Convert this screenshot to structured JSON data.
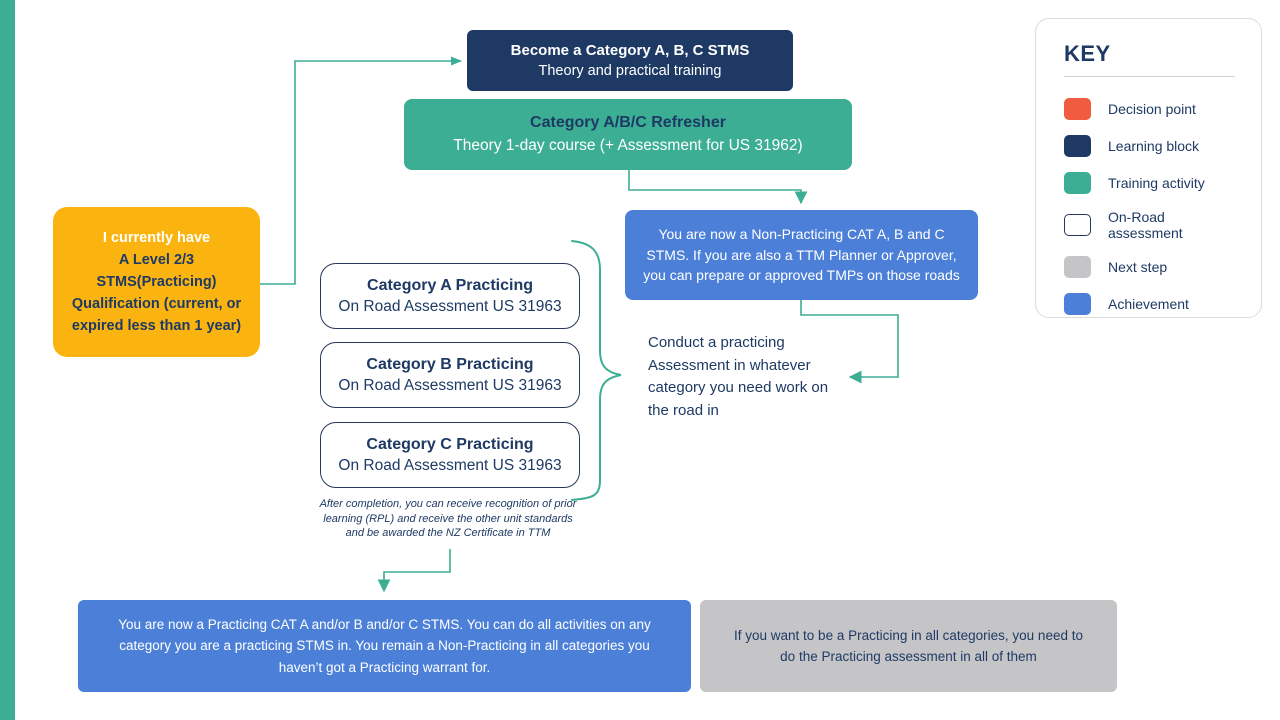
{
  "page": {
    "accent_stripe_color": "#3BAE94",
    "background_color": "#FFFFFF",
    "connector_color": "#3BAE94",
    "text_color": "#1E3A64"
  },
  "flowchart": {
    "learning_block": {
      "title": "Become a Category A, B, C STMS",
      "subtitle": "Theory and practical training",
      "color": "#1E3A64"
    },
    "refresher": {
      "title": "Category A/B/C Refresher",
      "subtitle": "Theory 1-day course (+ Assessment for US 31962)",
      "color": "#3BAE94"
    },
    "decision": {
      "line1": "I currently have",
      "line2": "A Level 2/3",
      "line3": "STMS(Practicing)",
      "line4": "Qualification (current, or",
      "line5": "expired less than 1 year)",
      "color": "#FBB40F"
    },
    "non_practicing": {
      "text": "You are now a Non-Practicing CAT A, B and C STMS. If you are also a TTM Planner or Approver, you can prepare or approved TMPs on those roads",
      "color": "#4C80D8"
    },
    "assessments": [
      {
        "title": "Category A Practicing",
        "subtitle": "On Road Assessment US 31963"
      },
      {
        "title": "Category B Practicing",
        "subtitle": "On Road Assessment US 31963"
      },
      {
        "title": "Category C Practicing",
        "subtitle": "On Road Assessment US 31963"
      }
    ],
    "conduct_note": "Conduct a practicing Assessment in whatever category you need work on the road in",
    "rpl_note": "After completion, you can receive recognition of prior learning (RPL) and receive the other unit standards and be awarded the NZ Certificate in TTM",
    "practicing_achievement": {
      "text": "You are now a Practicing CAT A and/or B and/or C STMS. You can do all activities on any category you are a practicing STMS in. You remain a Non-Practicing in all categories you haven’t got a Practicing warrant for.",
      "color": "#4C80D8"
    },
    "next_step": {
      "text": "If you want to be a Practicing in all categories, you need to do the Practicing assessment in all of them",
      "color": "#C5C5C7"
    }
  },
  "key": {
    "title": "KEY",
    "items": [
      {
        "label": "Decision point",
        "color": "#F15B40"
      },
      {
        "label": "Learning block",
        "color": "#1E3A64"
      },
      {
        "label": "Training activity",
        "color": "#3BAE94"
      },
      {
        "label": "On-Road assessment",
        "color": "#FFFFFF",
        "border_color": "#27395B"
      },
      {
        "label": "Next step",
        "color": "#C5C5C7"
      },
      {
        "label": "Achievement",
        "color": "#4C80D8"
      }
    ]
  }
}
